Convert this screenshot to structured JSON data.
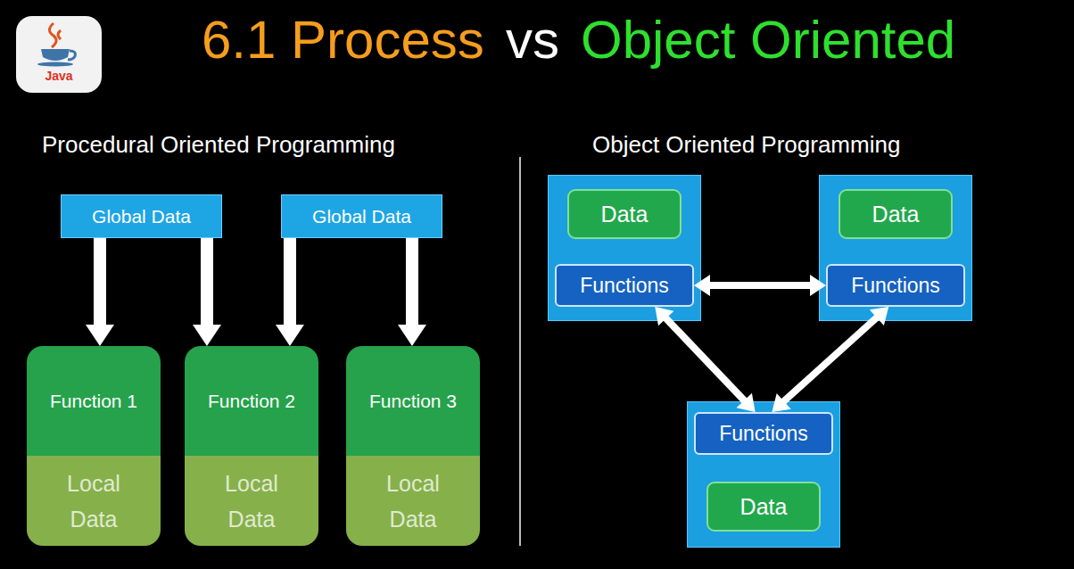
{
  "diagram": {
    "nodes": [
      {
        "text": [
          "Global Data"
        ]
      },
      {
        "text": [
          "Global Data"
        ]
      },
      {
        "text": [
          "Function 1",
          "Local Data"
        ]
      },
      {
        "text": [
          "Function 2",
          "Local Data"
        ]
      },
      {
        "text": [
          "Function 3",
          "Local Data"
        ]
      },
      {
        "text": []
      },
      {
        "text": [
          "Data"
        ],
        "in": 5
      },
      {
        "text": [
          "Functions"
        ],
        "in": 5
      },
      {
        "text": []
      },
      {
        "text": [
          "Data"
        ],
        "in": 8
      },
      {
        "text": [
          "Functions"
        ],
        "in": 8
      },
      {
        "text": []
      },
      {
        "text": [
          "Functions"
        ],
        "in": 11
      },
      {
        "text": [
          "Data"
        ],
        "in": 11
      }
    ],
    "edges": [
      {
        "from": 0,
        "to": 2,
        "arrow": "to"
      },
      {
        "from": 0,
        "to": 3,
        "arrow": "to"
      },
      {
        "from": 1,
        "to": 3,
        "arrow": "to"
      },
      {
        "from": 1,
        "to": 4,
        "arrow": "to"
      },
      {
        "from": 7,
        "to": 10,
        "arrow": "both"
      },
      {
        "from": 7,
        "to": 12,
        "arrow": "both"
      },
      {
        "from": 10,
        "to": 12,
        "arrow": "both"
      }
    ],
    "labels": [
      "Java",
      "6.1 Process",
      "vs",
      "Object Oriented",
      "Procedural Oriented Programming",
      "Object Oriented Programming"
    ]
  }
}
